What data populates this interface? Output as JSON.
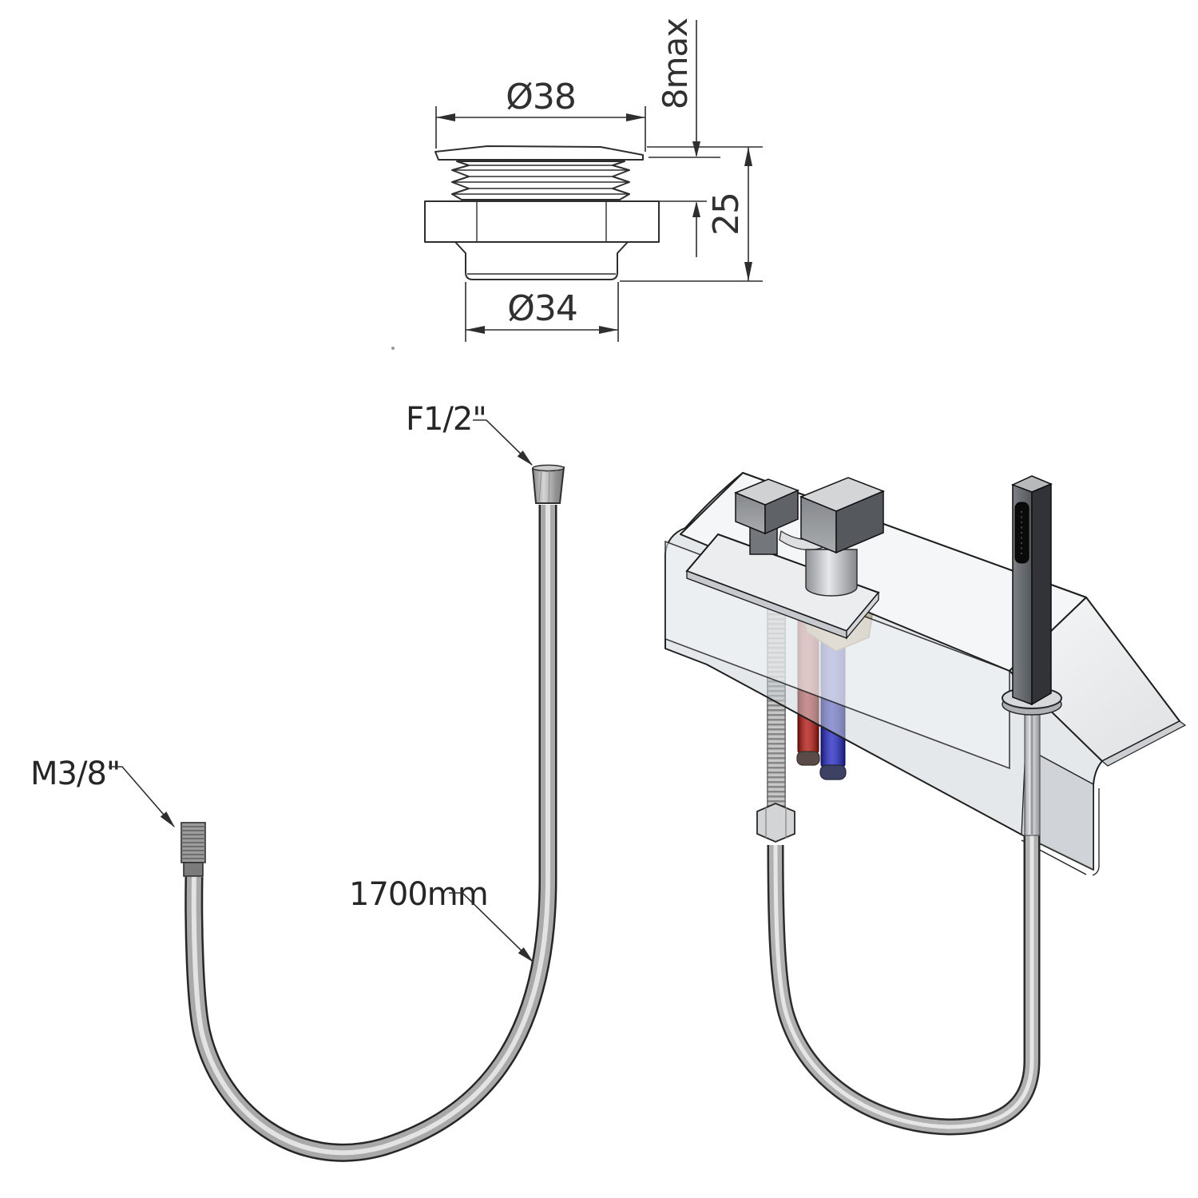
{
  "background": "#ffffff",
  "fitting": {
    "name": "fast-fixing nut cross-section",
    "top_diameter": "Ø38",
    "bottom_diameter": "Ø34",
    "clamp_max": "8max",
    "height": "25"
  },
  "hose": {
    "name": "flexible shower hose",
    "female_end": "F1/2\"",
    "male_end": "M3/8\"",
    "length": "1700mm"
  },
  "render": {
    "name": "deck mounted bath mixer with handshower",
    "hot_color": "#b3160f",
    "cold_color": "#2328c4",
    "hot_cap_color": "#5a4a48",
    "cold_cap_color": "#3d4163",
    "brass_color": "#c7a76e",
    "chrome_color": "#d6d8da",
    "outline_color": "#1f1f1f"
  }
}
